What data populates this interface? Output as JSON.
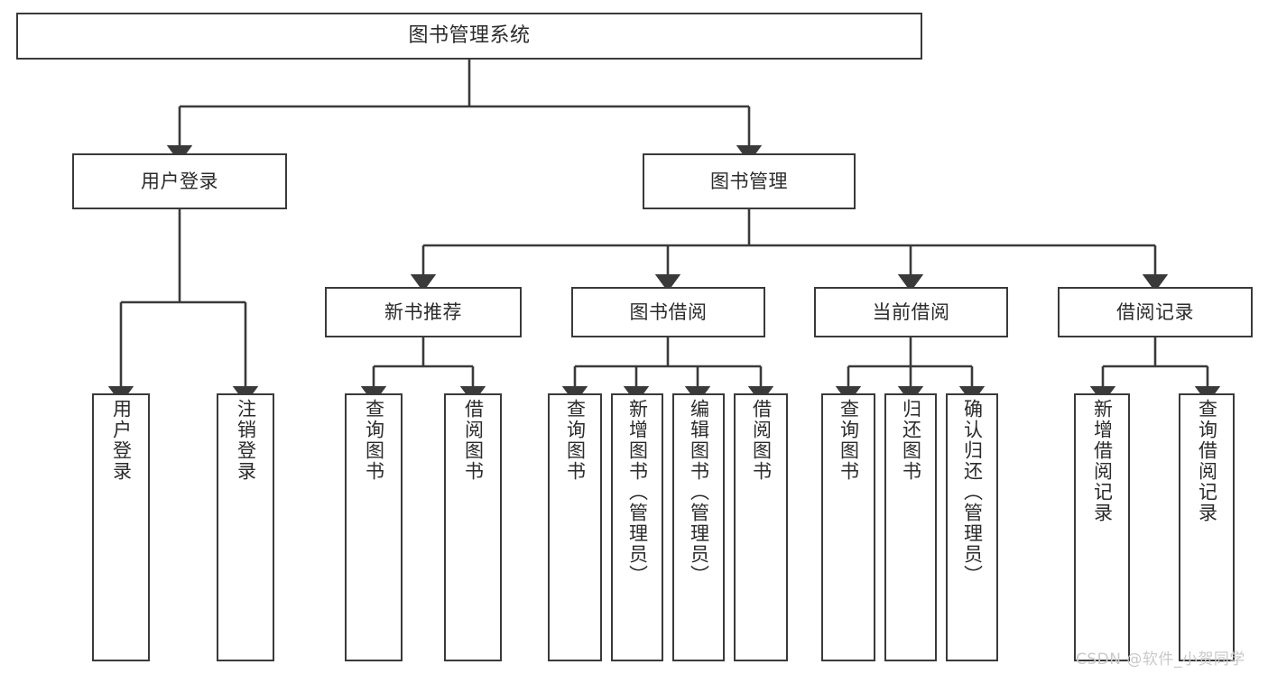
{
  "diagram": {
    "type": "tree-hierarchy",
    "title": "图书管理系统",
    "watermark": "CSDN @软件_小贺同学",
    "colors": {
      "background": "#ffffff",
      "box_border": "#3a3a3a",
      "box_fill": "#ffffff",
      "text": "#2b2b2b",
      "edge": "#3a3a3a",
      "watermark": "#c9c9c9"
    },
    "levels": {
      "root": {
        "label": "图书管理系统"
      },
      "level2": [
        {
          "label": "用户登录"
        },
        {
          "label": "图书管理"
        }
      ],
      "level3": [
        {
          "label": "新书推荐"
        },
        {
          "label": "图书借阅"
        },
        {
          "label": "当前借阅"
        },
        {
          "label": "借阅记录"
        }
      ],
      "leaves": [
        {
          "label": "用户登录",
          "parent": "用户登录"
        },
        {
          "label": "注销登录",
          "parent": "用户登录"
        },
        {
          "label": "查询图书",
          "parent": "新书推荐"
        },
        {
          "label": "借阅图书",
          "parent": "新书推荐"
        },
        {
          "label": "查询图书",
          "parent": "图书借阅"
        },
        {
          "label": "新增图书（管理员）",
          "parent": "图书借阅"
        },
        {
          "label": "编辑图书（管理员）",
          "parent": "图书借阅"
        },
        {
          "label": "借阅图书",
          "parent": "图书借阅"
        },
        {
          "label": "查询图书",
          "parent": "当前借阅"
        },
        {
          "label": "归还图书",
          "parent": "当前借阅"
        },
        {
          "label": "确认归还（管理员）",
          "parent": "当前借阅"
        },
        {
          "label": "新增借阅记录",
          "parent": "借阅记录"
        },
        {
          "label": "查询借阅记录",
          "parent": "借阅记录"
        }
      ]
    }
  }
}
